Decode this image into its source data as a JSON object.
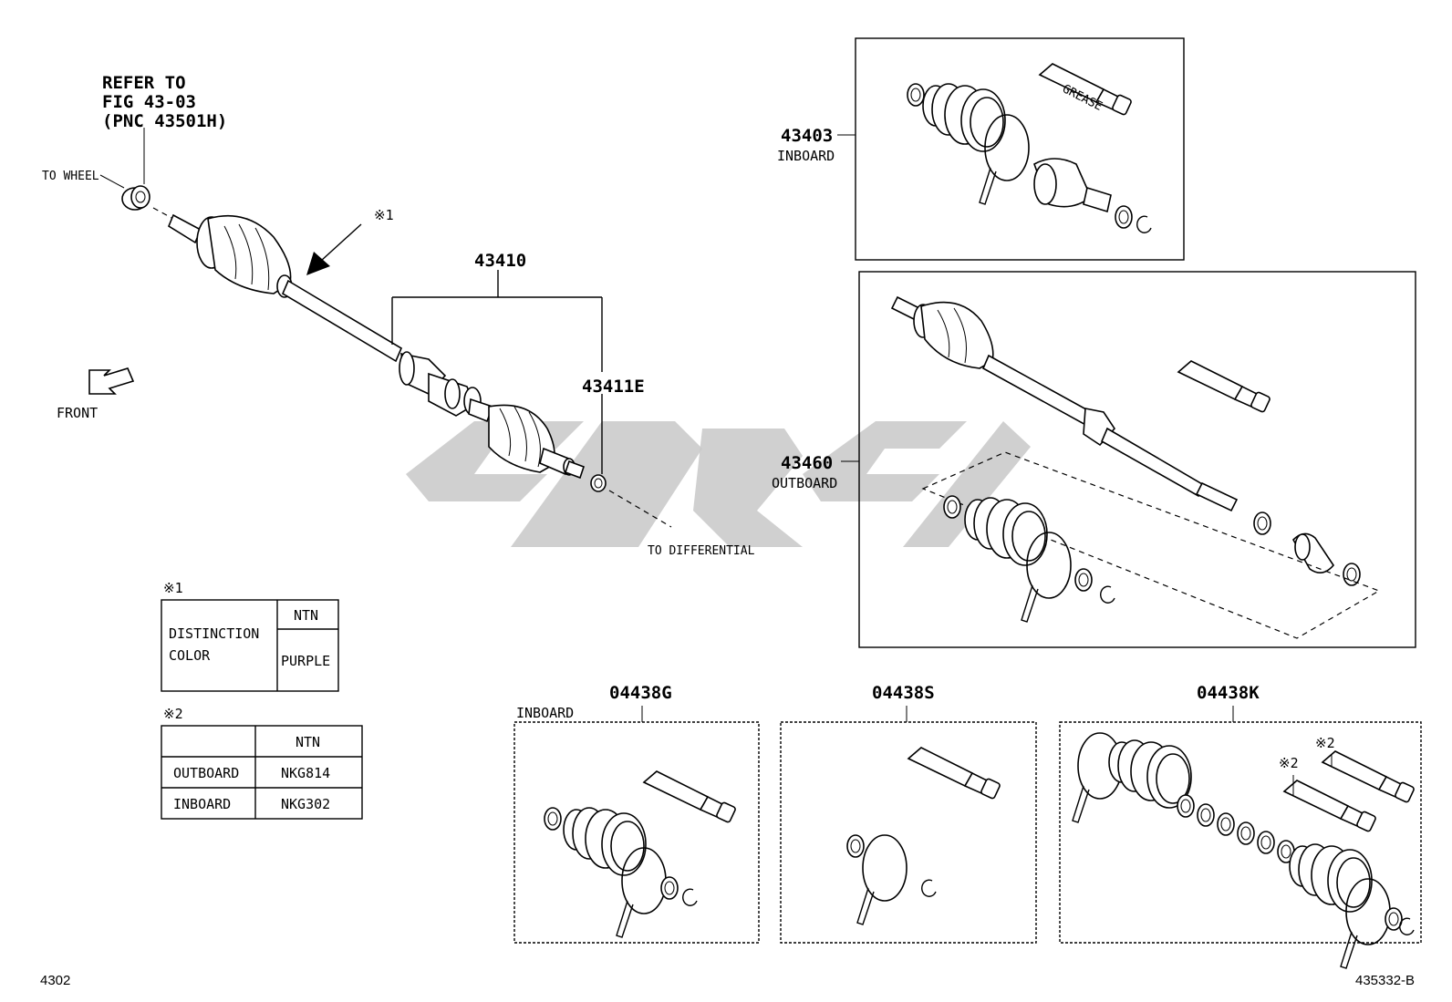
{
  "callouts": {
    "refer_line1": "REFER TO",
    "refer_line2": "FIG 43-03",
    "refer_line3": "(PNC 43501H)",
    "to_wheel": "TO WHEEL",
    "front": "FRONT",
    "to_differential": "TO DIFFERENTIAL",
    "mark1": "※1",
    "mark2": "※2"
  },
  "parts": {
    "shaft_assy": "43410",
    "snap_ring": "43411E",
    "inboard_joint": "43403",
    "inboard_joint_note": "INBOARD",
    "outboard_joint": "43460",
    "outboard_joint_note": "OUTBOARD",
    "boot_kit_inboard": "04438G",
    "boot_kit_inboard_note": "INBOARD",
    "boot_kit_s": "04438S",
    "boot_kit_k": "04438K"
  },
  "grease_label": "GREASE",
  "table1": {
    "mark": "※1",
    "row_label_line1": "DISTINCTION",
    "row_label_line2": "COLOR",
    "header": "NTN",
    "value": "PURPLE"
  },
  "table2": {
    "mark": "※2",
    "header": "NTN",
    "rows": [
      {
        "position": "OUTBOARD",
        "value": "NKG814"
      },
      {
        "position": "INBOARD",
        "value": "NKG302"
      }
    ]
  },
  "footer": {
    "figure_no": "4302",
    "illustration_id": "435332-B"
  }
}
